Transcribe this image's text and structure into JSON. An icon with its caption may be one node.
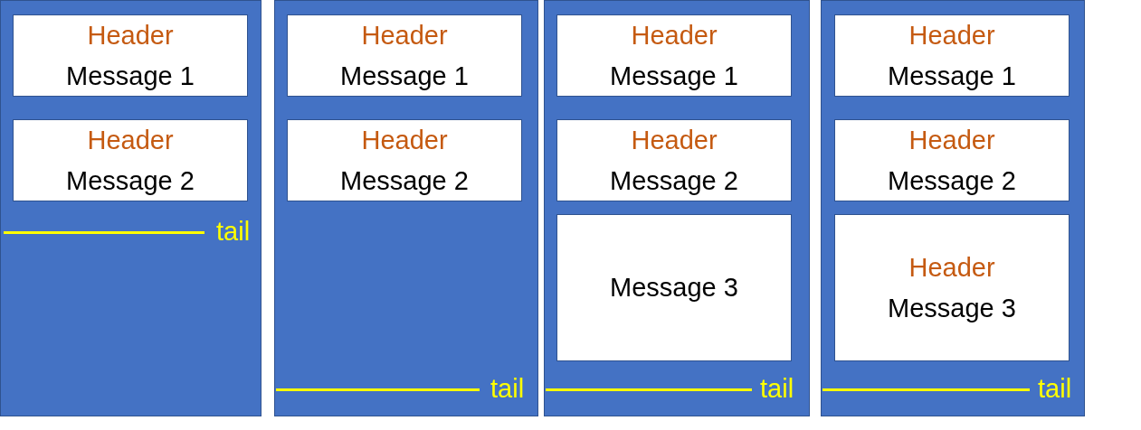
{
  "diagram": {
    "nodes": [
      {
        "text": [],
        "shape": "box"
      },
      {
        "text": [
          "Header",
          "Message 1"
        ],
        "in": 0
      },
      {
        "text": [
          "Header",
          "Message 2"
        ],
        "in": 0
      },
      {
        "text": [],
        "shape": "box"
      },
      {
        "text": [
          "Header",
          "Message 1"
        ],
        "in": 3
      },
      {
        "text": [
          "Header",
          "Message 2"
        ],
        "in": 3
      },
      {
        "text": [],
        "shape": "box"
      },
      {
        "text": [
          "Header",
          "Message 1"
        ],
        "in": 6
      },
      {
        "text": [
          "Header",
          "Message 2"
        ],
        "in": 6
      },
      {
        "text": [
          "Message 3"
        ],
        "in": 6
      },
      {
        "text": [],
        "shape": "box"
      },
      {
        "text": [
          "Header",
          "Message 1"
        ],
        "in": 10
      },
      {
        "text": [
          "Header",
          "Message 2"
        ],
        "in": 10
      },
      {
        "text": [
          "Header",
          "Message 3"
        ],
        "in": 10
      }
    ],
    "edges": [],
    "labels": [
      "tail",
      "tail",
      "tail",
      "tail"
    ]
  }
}
